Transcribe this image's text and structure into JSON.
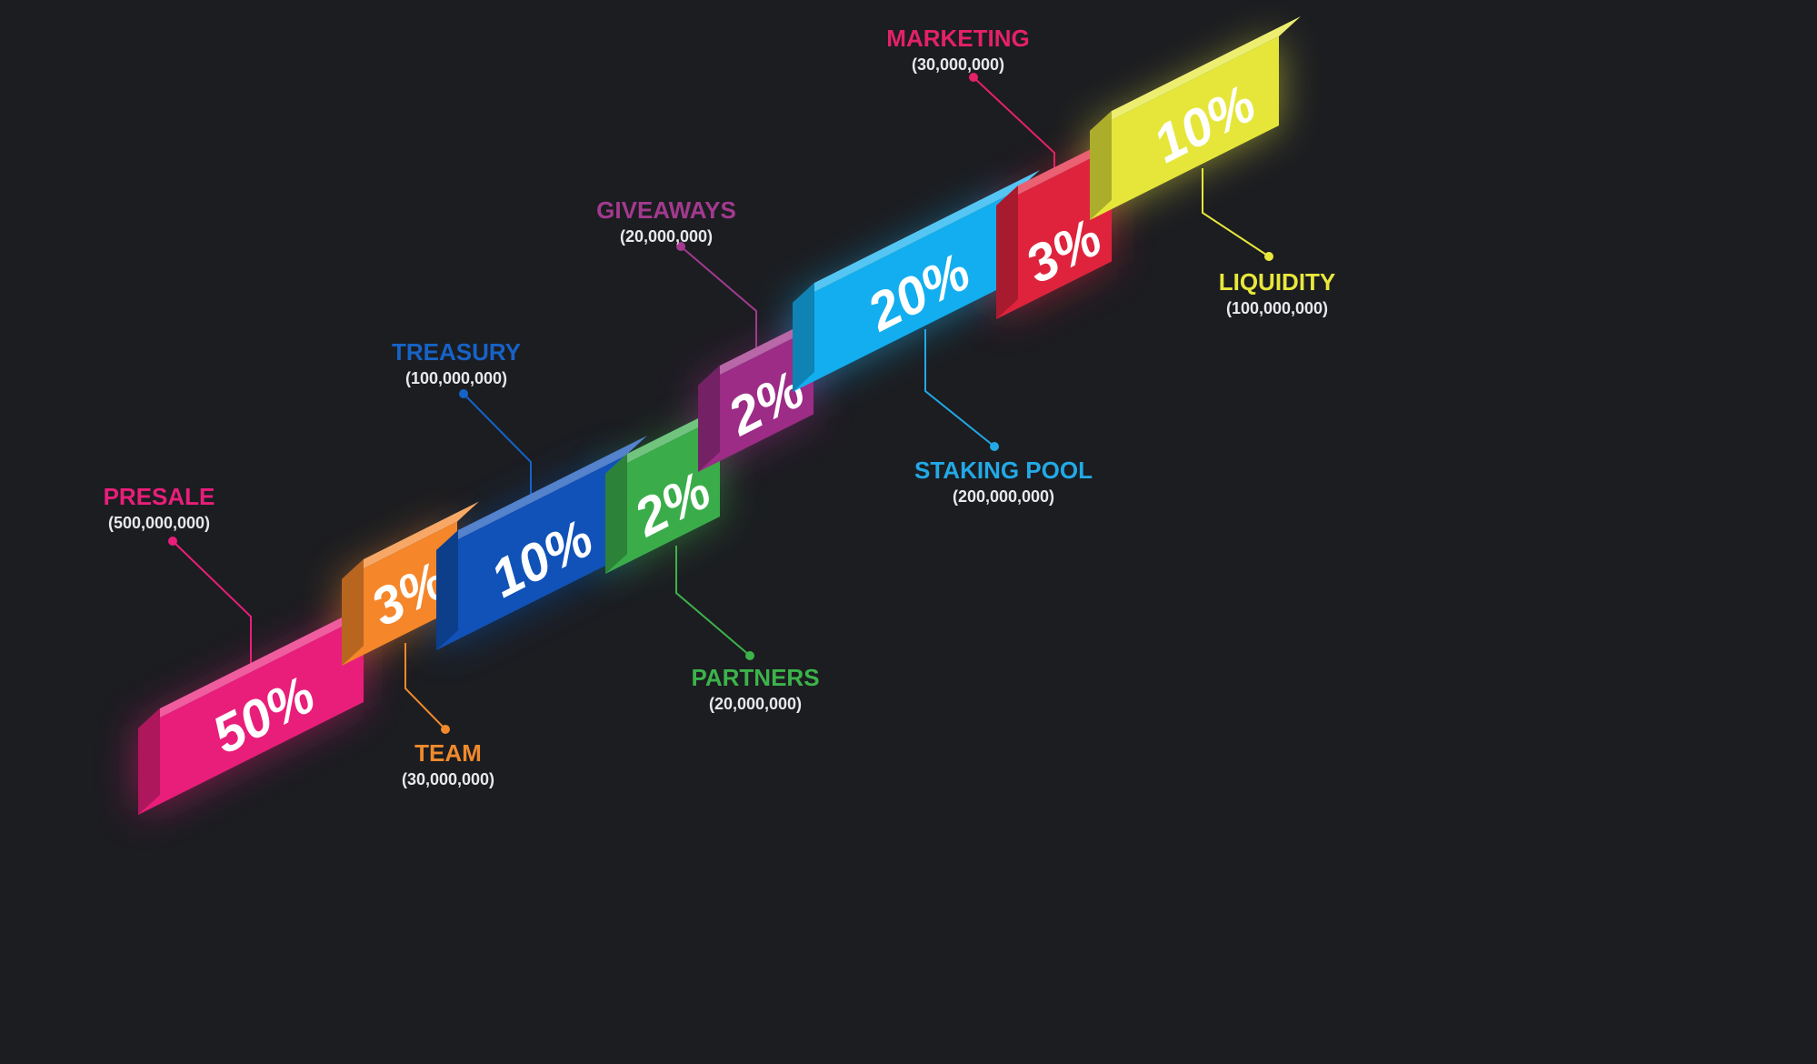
{
  "segments": [
    {
      "key": "presale",
      "name": "PRESALE",
      "amount": "(500,000,000)",
      "percent": "50%",
      "color": "#e91e7a"
    },
    {
      "key": "team",
      "name": "TEAM",
      "amount": "(30,000,000)",
      "percent": "3%",
      "color": "#f5862a"
    },
    {
      "key": "treasury",
      "name": "TREASURY",
      "amount": "(100,000,000)",
      "percent": "10%",
      "color": "#1152b8"
    },
    {
      "key": "partners",
      "name": "PARTNERS",
      "amount": "(20,000,000)",
      "percent": "2%",
      "color": "#3aad4a"
    },
    {
      "key": "giveaways",
      "name": "GIVEAWAYS",
      "amount": "(20,000,000)",
      "percent": "2%",
      "color": "#9c2c86"
    },
    {
      "key": "staking",
      "name": "STAKING POOL",
      "amount": "(200,000,000)",
      "percent": "20%",
      "color": "#13aef0"
    },
    {
      "key": "marketing",
      "name": "MARKETING",
      "amount": "(30,000,000)",
      "percent": "3%",
      "color": "#e0233c"
    },
    {
      "key": "liquidity",
      "name": "LIQUIDITY",
      "amount": "(100,000,000)",
      "percent": "10%",
      "color": "#e6e63a"
    }
  ],
  "colors": {
    "background": "#1c1d21",
    "presale_label": "#e91e7a",
    "team_label": "#f08a2c",
    "treasury_label": "#1663c7",
    "partners_label": "#3cb34a",
    "giveaways_label": "#a23a8e",
    "staking_label": "#22a9e6",
    "marketing_label": "#e52168",
    "liquidity_label": "#e8e83c"
  }
}
